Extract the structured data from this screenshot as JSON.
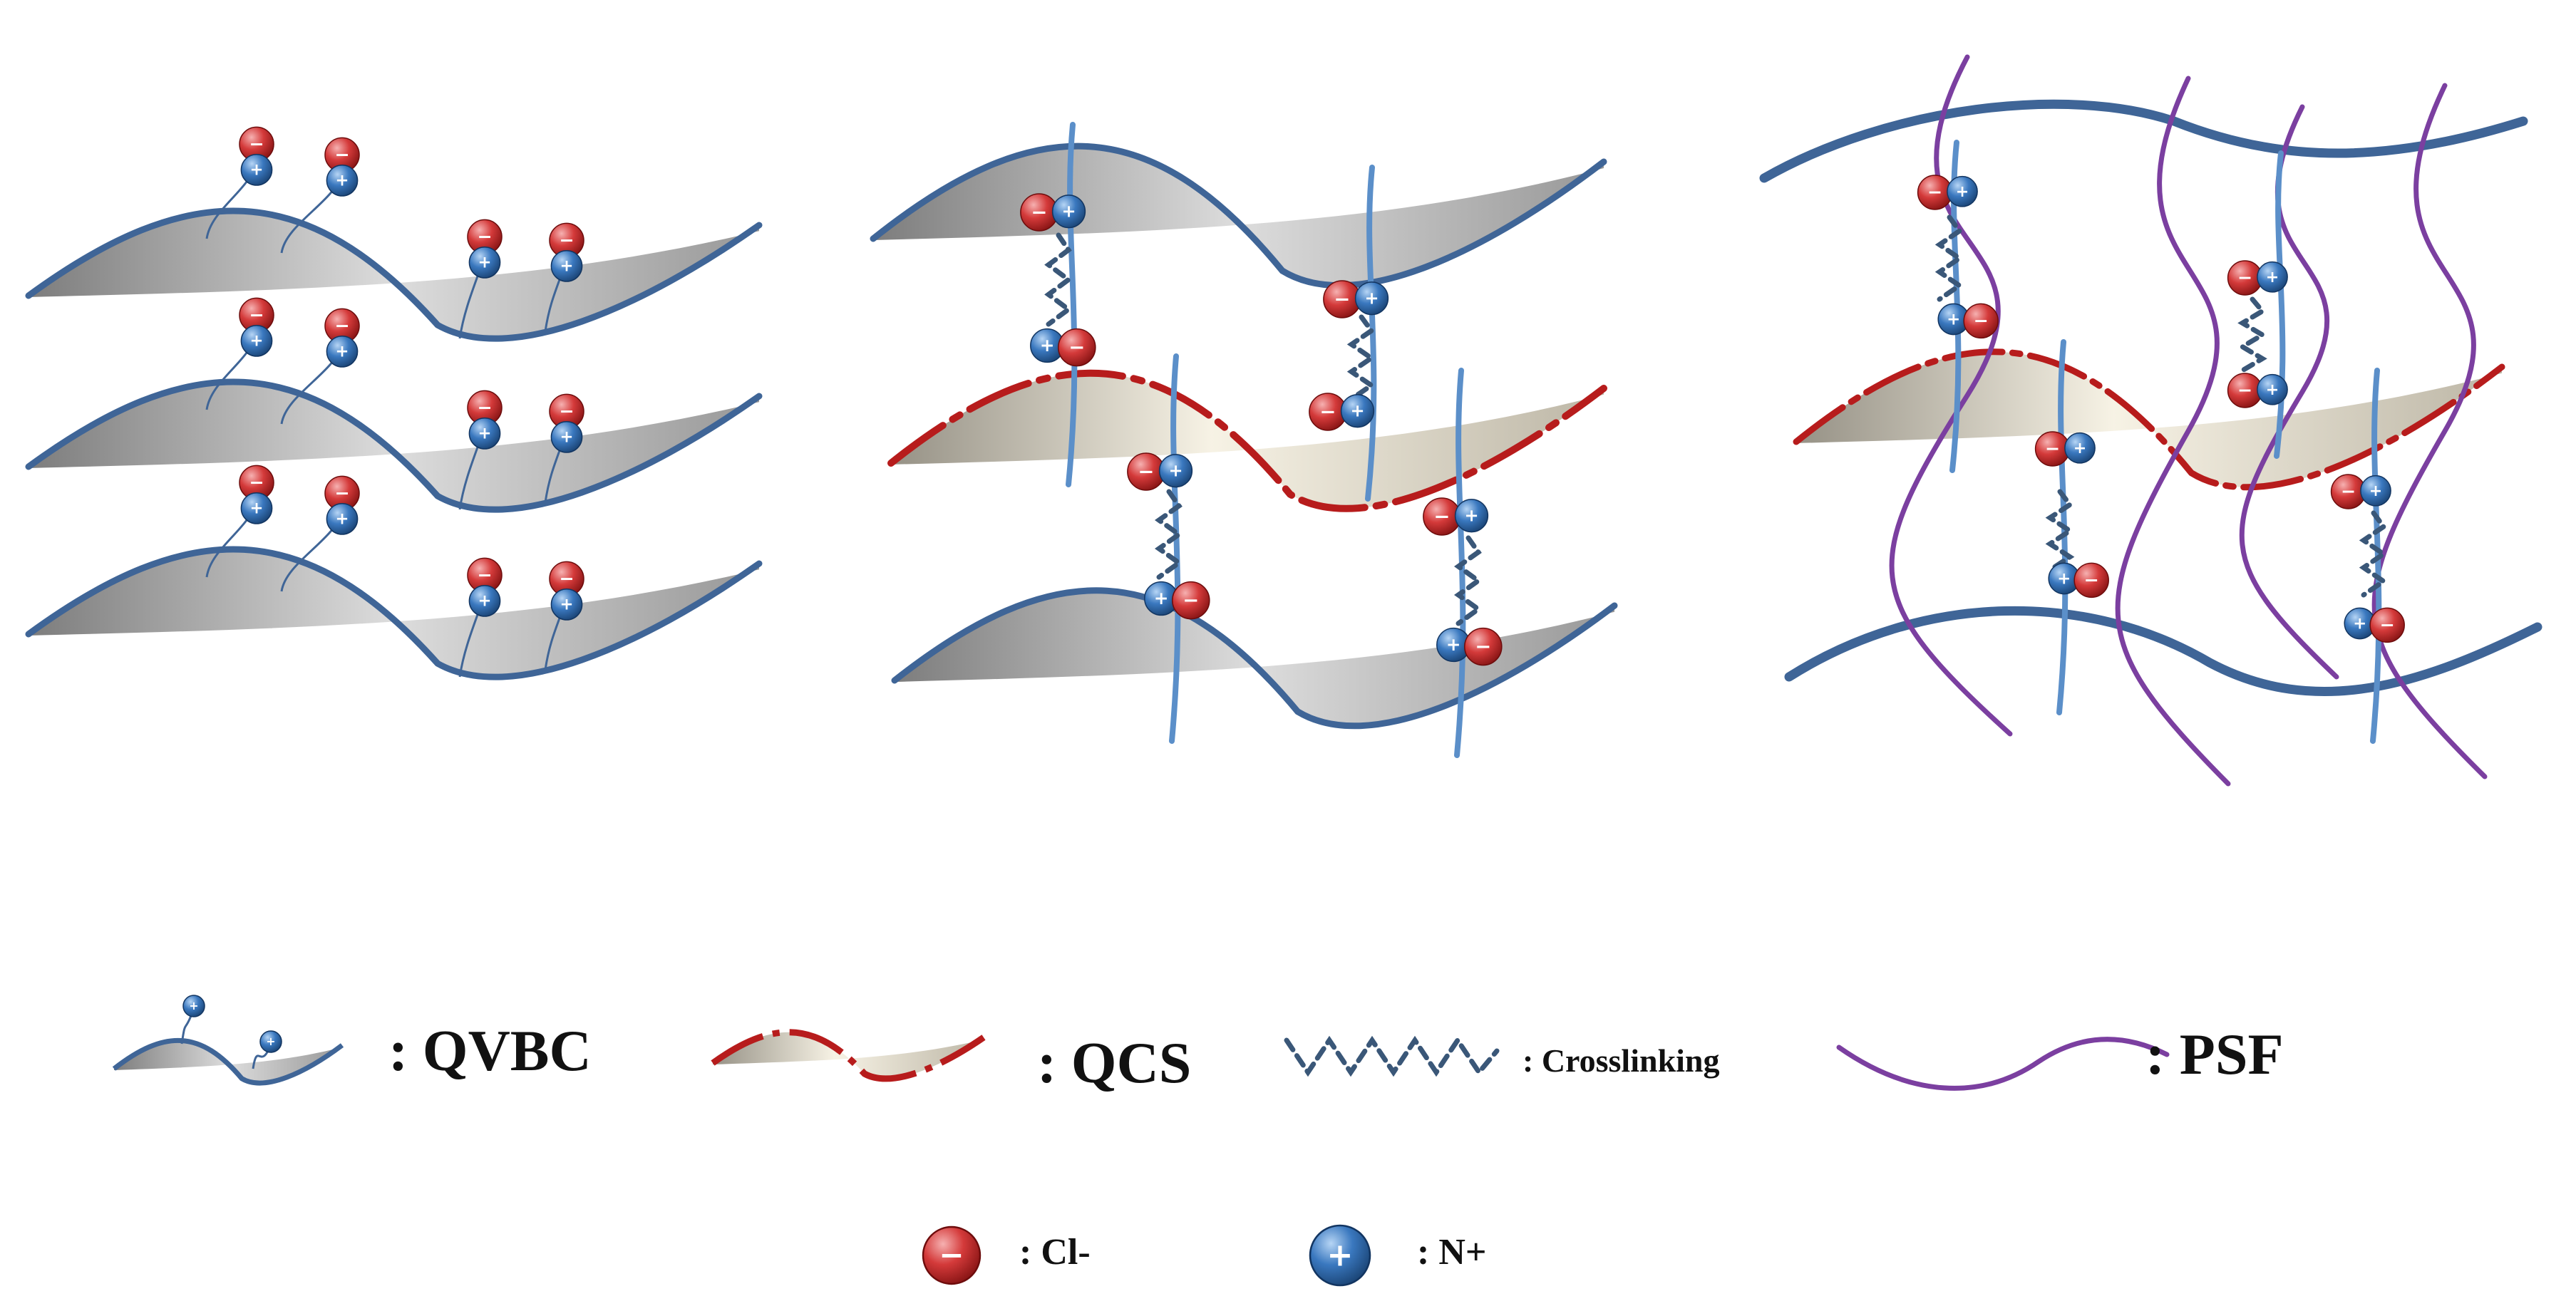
{
  "legend": {
    "qvbc": ": QVBC",
    "qcs": ": QCS",
    "crosslinking": ": Crosslinking",
    "psf": ": PSF",
    "chloride": ": Cl-",
    "ammonium": ": N+"
  },
  "ions": {
    "minus_sign": "−",
    "plus_sign": "+"
  },
  "colors": {
    "qvbc_chain": "#3f6597",
    "qcs_chain": "#b71c1c",
    "psf_chain": "#7b3fa0",
    "crosslink": "#3a5778",
    "vertical_chain": "#5b8fc9",
    "chloride_ion": "#c62828",
    "ammonium_ion": "#2f67a8"
  }
}
